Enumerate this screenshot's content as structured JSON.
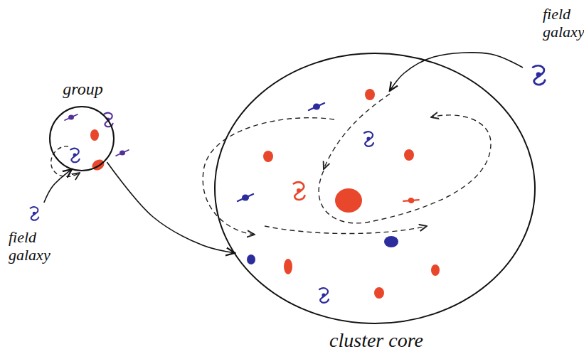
{
  "diagram": {
    "nodes": [
      {
        "text": [
          "field galaxy"
        ]
      },
      {
        "text": [
          "group"
        ]
      },
      {
        "text": [
          "field galaxy"
        ]
      },
      {
        "text": [
          "cluster core"
        ]
      }
    ],
    "edges": [
      {
        "from": 0,
        "to": 3,
        "arrow": "to"
      },
      {
        "from": 2,
        "to": 1,
        "arrow": "to"
      },
      {
        "from": 1,
        "to": 3,
        "arrow": "to"
      }
    ]
  }
}
